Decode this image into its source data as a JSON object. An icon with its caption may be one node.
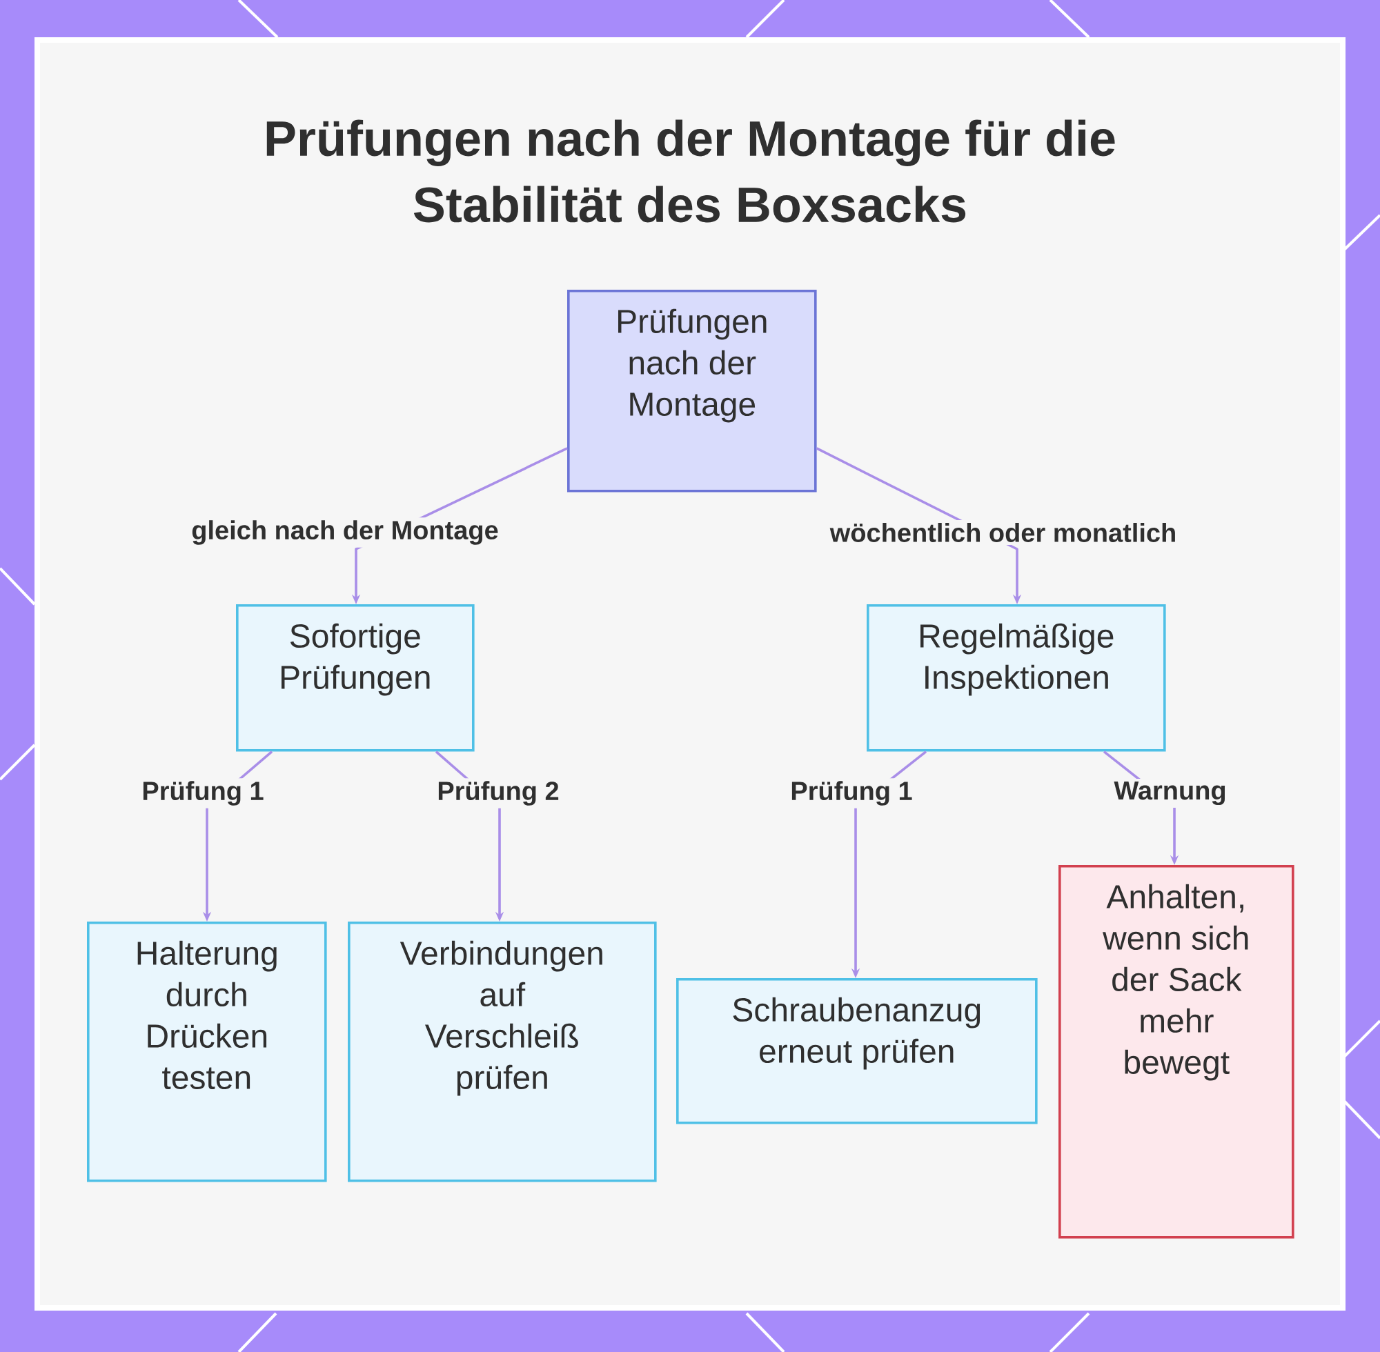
{
  "diagram": {
    "title": "Prüfungen nach der Montage für die Stabilität des Boxsacks",
    "nodes": [
      {
        "text": [
          "Prüfungen nach der Montage"
        ]
      },
      {
        "text": [
          "Sofortige Prüfungen"
        ]
      },
      {
        "text": [
          "Regelmäßige Inspektionen"
        ]
      },
      {
        "text": [
          "Halterung durch Drücken testen"
        ]
      },
      {
        "text": [
          "Verbindungen auf Verschleiß prüfen"
        ]
      },
      {
        "text": [
          "Schraubenanzug erneut prüfen"
        ]
      },
      {
        "text": [
          "Anhalten, wenn sich der Sack mehr bewegt"
        ]
      }
    ],
    "edges": [
      {
        "from": 0,
        "to": 1,
        "arrow": "to",
        "label": "gleich nach der Montage"
      },
      {
        "from": 0,
        "to": 2,
        "arrow": "to",
        "label": "wöchentlich oder monatlich"
      },
      {
        "from": 1,
        "to": 3,
        "arrow": "to",
        "label": "Prüfung 1"
      },
      {
        "from": 1,
        "to": 4,
        "arrow": "to",
        "label": "Prüfung 2"
      },
      {
        "from": 2,
        "to": 5,
        "arrow": "to",
        "label": "Prüfung 1"
      },
      {
        "from": 2,
        "to": 6,
        "arrow": "to",
        "label": "Warnung"
      }
    ]
  }
}
